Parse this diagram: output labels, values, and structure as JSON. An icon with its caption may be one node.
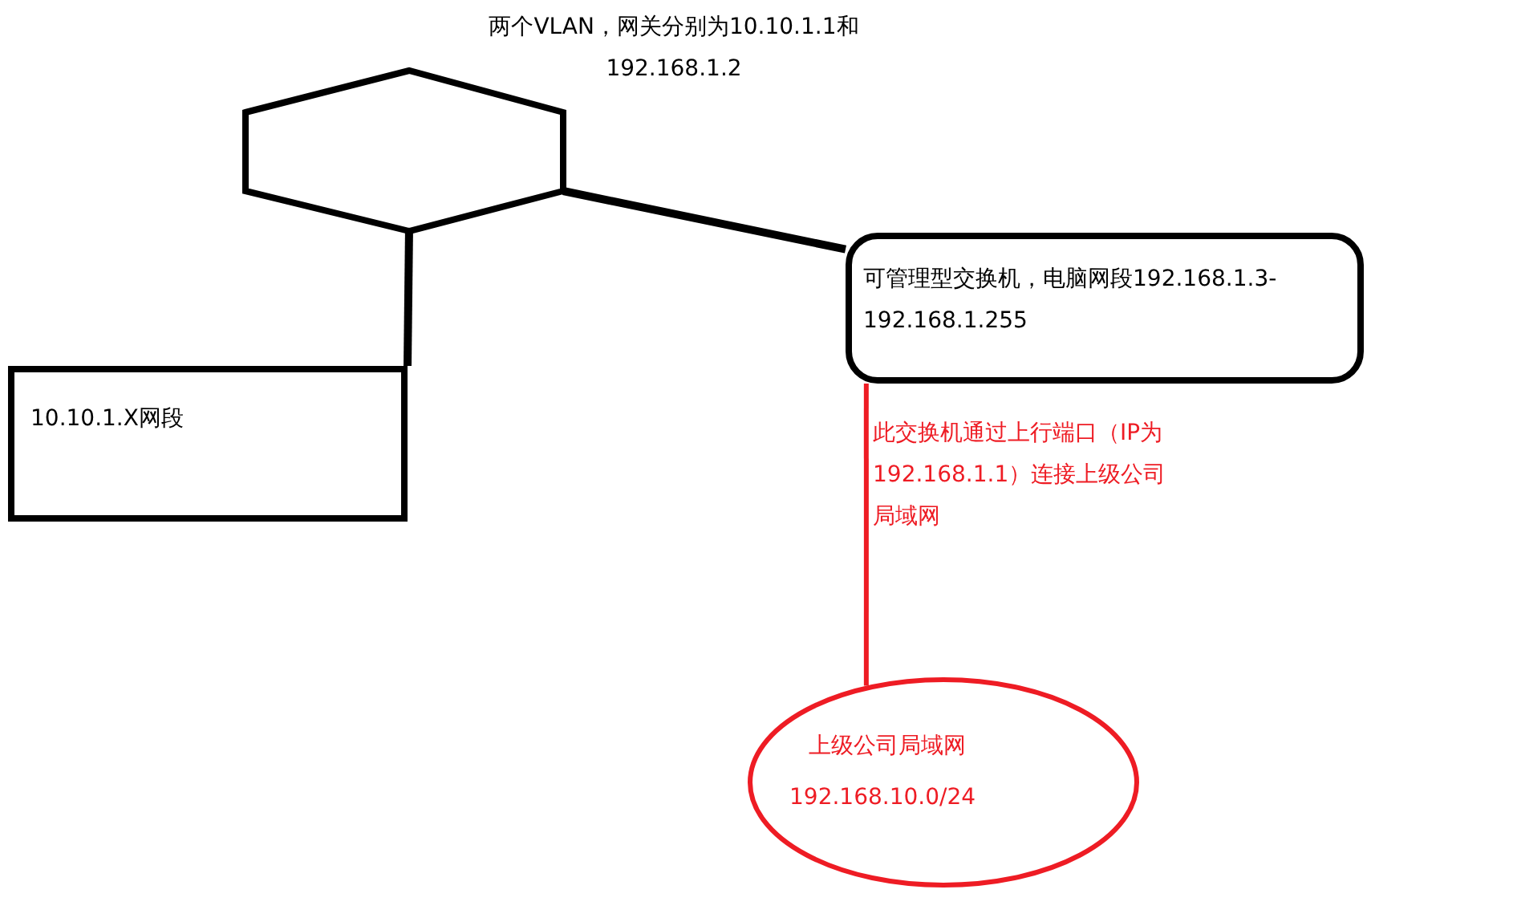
{
  "diagram": {
    "nodes": [
      {
        "text": [],
        "shape": "hexagon",
        "beside": [
          "两个VLAN，网关分别为10.10.1.1和 192.168.1.2"
        ]
      },
      {
        "text": [
          "10.10.1.X网段"
        ]
      },
      {
        "text": [
          "可管理型交换机，电脑网段192.168.1.3-192.168.1.255"
        ]
      },
      {
        "text": [
          "上级公司局域网",
          "192.168.10.0/24"
        ]
      }
    ],
    "edges": [
      {
        "from": 0,
        "to": 1,
        "arrow": "none"
      },
      {
        "from": 0,
        "to": 2,
        "arrow": "none"
      },
      {
        "from": 2,
        "to": 3,
        "arrow": "none",
        "label": "此交换机通过上行端口（IP为192.168.1.1）连接上级公司局域网",
        "color": "#ee1c24"
      }
    ]
  }
}
